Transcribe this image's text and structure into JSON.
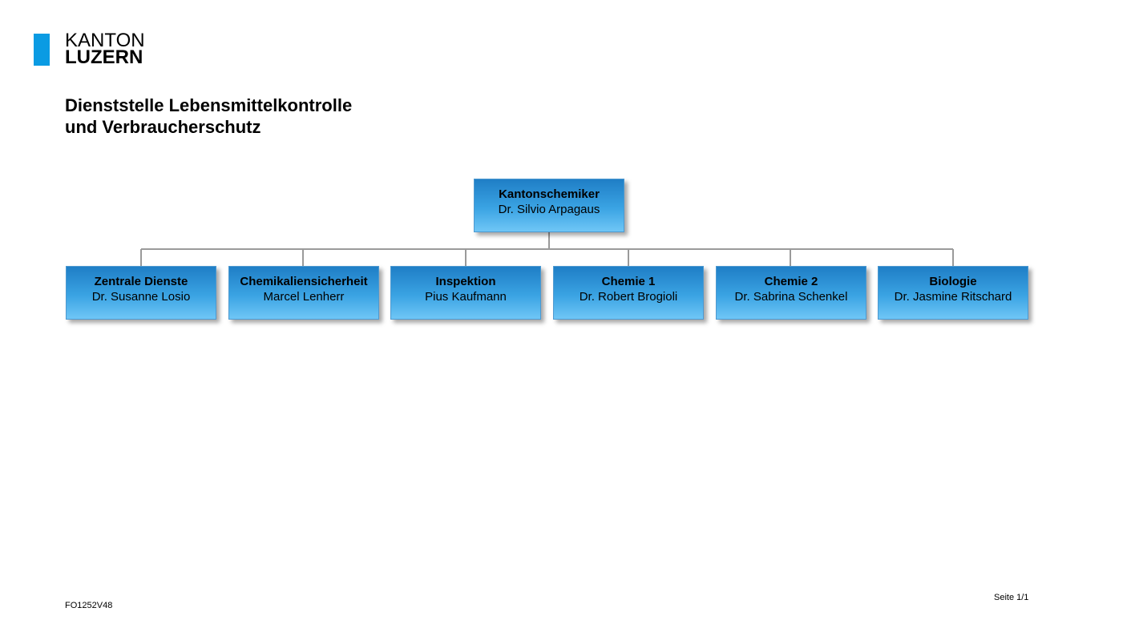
{
  "logo": {
    "line1": "KANTON",
    "line2": "LUZERN",
    "color": "#0a9be3"
  },
  "title": {
    "line1": "Dienststelle Lebensmittelkontrolle",
    "line2": "und Verbraucherschutz"
  },
  "org": {
    "head": {
      "role": "Kantonschemiker",
      "person": "Dr. Silvio Arpagaus"
    },
    "units": [
      {
        "role": "Zentrale Dienste",
        "person": "Dr. Susanne Losio"
      },
      {
        "role": "Chemikaliensicherheit",
        "person": "Marcel Lenherr"
      },
      {
        "role": "Inspektion",
        "person": "Pius Kaufmann"
      },
      {
        "role": "Chemie 1",
        "person": "Dr. Robert Brogioli"
      },
      {
        "role": "Chemie 2",
        "person": "Dr. Sabrina Schenkel"
      },
      {
        "role": "Biologie",
        "person": "Dr. Jasmine Ritschard"
      }
    ]
  },
  "footer": {
    "code": "FO1252V48",
    "page": "Seite 1/1"
  }
}
